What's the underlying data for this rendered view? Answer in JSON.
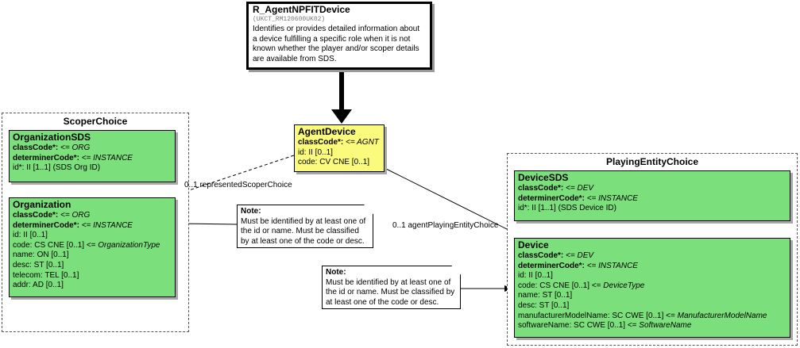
{
  "root": {
    "title": "R_AgentNPFITDevice",
    "code": "(UKCT_RM120600UK02)",
    "description": "Identifies or provides detailed information about a device fulfilling a specific role when it is not known whether the player and/or scoper details are available from SDS."
  },
  "agent_device": {
    "title": "AgentDevice",
    "class_code_label": "classCode*:",
    "class_code_value": "<= AGNT",
    "id_line": "id: II [0..1]",
    "code_line": "code: CV CNE [0..1]"
  },
  "scoper_choice": {
    "title": "ScoperChoice",
    "organization_sds": {
      "title": "OrganizationSDS",
      "class_code_label": "classCode*:",
      "class_code_value": "<= ORG",
      "determiner_code_label": "determinerCode*:",
      "determiner_code_value": "<= INSTANCE",
      "id_line": "id*: II [1..1] (SDS Org ID)"
    },
    "organization": {
      "title": "Organization",
      "class_code_label": "classCode*:",
      "class_code_value": "<= ORG",
      "determiner_code_label": "determinerCode*:",
      "determiner_code_value": "<= INSTANCE",
      "id_line": "id: II [0..1]",
      "code_prefix": "code: CS CNE [0..1] <=",
      "code_value": "OrganizationType",
      "name_line": "name: ON [0..1]",
      "desc_line": "desc: ST [0..1]",
      "telecom_line": "telecom: TEL [0..1]",
      "addr_line": "addr: AD [0..1]"
    }
  },
  "playing_entity_choice": {
    "title": "PlayingEntityChoice",
    "device_sds": {
      "title": "DeviceSDS",
      "class_code_label": "classCode*:",
      "class_code_value": "<= DEV",
      "determiner_code_label": "determinerCode*:",
      "determiner_code_value": "<= INSTANCE",
      "id_line": "id*: II [1..1] (SDS Device ID)"
    },
    "device": {
      "title": "Device",
      "class_code_label": "classCode*:",
      "class_code_value": "<= DEV",
      "determiner_code_label": "determinerCode*:",
      "determiner_code_value": "<= INSTANCE",
      "id_line": "id: II [0..1]",
      "code_prefix": "code: CS CNE [0..1] <=",
      "code_value": "DeviceType",
      "name_line": "name: ST [0..1]",
      "desc_line": "desc: ST [0..1]",
      "manufacturer_prefix": "manufacturerModelName: SC CWE [0..1] <=",
      "manufacturer_value": "ManufacturerModelName",
      "software_prefix": "softwareName: SC CWE [0..1] <=",
      "software_value": "SoftwareName"
    }
  },
  "notes": {
    "org_note": {
      "title": "Note:",
      "text": "Must be identified by at least one of the id or name.  Must be classified by at least one of the code or desc."
    },
    "device_note": {
      "title": "Note:",
      "text": "Must be identified by at least one of the id or name.  Must be classified by at least one of the code or desc."
    }
  },
  "associations": {
    "scoper": "0..1 representedScoperChoice",
    "player": "0..1 agentPlayingEntityChoice"
  },
  "colors": {
    "class_fill": "#7be07b",
    "entry_fill": "#fafa7c",
    "border": "#000000"
  }
}
